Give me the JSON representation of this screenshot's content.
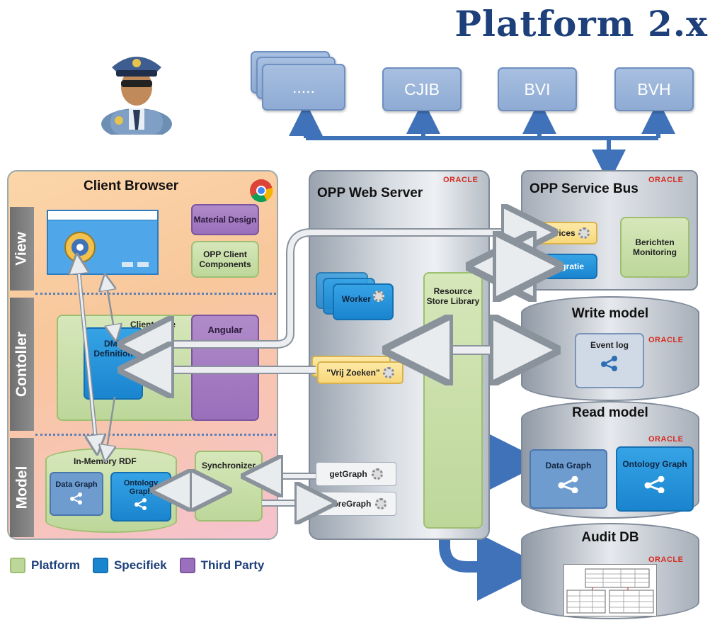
{
  "title": "Platform 2.x",
  "external_systems": [
    {
      "label": "....."
    },
    {
      "label": "CJIB"
    },
    {
      "label": "BVI"
    },
    {
      "label": "BVH"
    }
  ],
  "client_browser": {
    "title": "Client Browser",
    "layers": [
      "View",
      "Contoller",
      "Model"
    ],
    "material_design": "Material Design",
    "opp_client_components": "OPP Client Components",
    "client_core": "Client Core",
    "dmt_definition": "DMT Definition",
    "angular": "Angular",
    "in_memory_rdf": "In-Memory RDF",
    "data_graph": "Data Graph",
    "ontology_graph": "Ontology Graph",
    "synchronizer": "Synchronizer"
  },
  "web_server": {
    "title": "OPP Web Server",
    "vendor": "ORACLE",
    "worker": "Worker",
    "resource_store_library": "Resource Store Library",
    "vrij_zoeken": "\"Vrij Zoeken\"",
    "get_graph": "getGraph",
    "store_graph": "storeGraph"
  },
  "service_bus": {
    "title": "OPP Service Bus",
    "vendor": "ORACLE",
    "services": "Services",
    "integratie": "Integratie",
    "berichten_monitoring": "Berichten Monitoring"
  },
  "write_model": {
    "title": "Write model",
    "event_log": "Event log",
    "vendor": "ORACLE"
  },
  "read_model": {
    "title": "Read model",
    "vendor": "ORACLE",
    "data_graph": "Data Graph",
    "ontology_graph": "Ontology Graph"
  },
  "audit_db": {
    "title": "Audit DB",
    "vendor": "ORACLE"
  },
  "legend": [
    {
      "label": "Platform",
      "color": "#bdd79a"
    },
    {
      "label": "Specifiek",
      "color": "#1a85cf"
    },
    {
      "label": "Third Party",
      "color": "#9a6fbb"
    }
  ],
  "colors": {
    "arrow_blue": "#3f72b8",
    "title_blue": "#1d3f7a",
    "oracle_red": "#d52b1e"
  }
}
